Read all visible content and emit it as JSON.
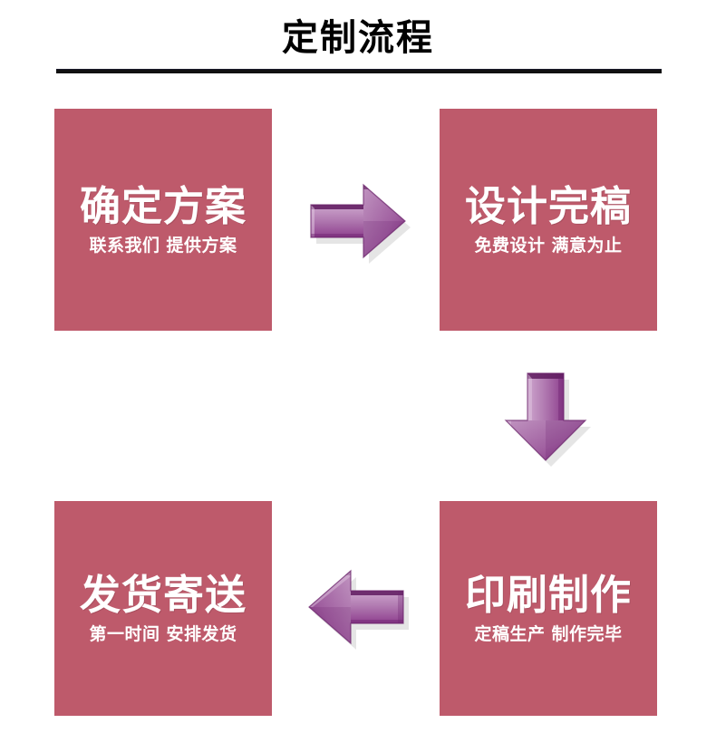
{
  "header": {
    "title": "定制流程",
    "divider": true
  },
  "colors": {
    "box_background": "#BE5A6B",
    "box_text": "#FFFFFF",
    "title_text": "#000000",
    "divider": "#111111",
    "arrow_light": "#C79AC7",
    "arrow_mid": "#A662A6",
    "arrow_dark": "#7E2E7E",
    "arrow_edge": "#5E1A5E",
    "page_background": "#FFFFFF"
  },
  "flow": {
    "steps": [
      {
        "index": 1,
        "title": "确定方案",
        "subtitle": "联系我们  提供方案",
        "position": "top-left"
      },
      {
        "index": 2,
        "title": "设计完稿",
        "subtitle": "免费设计  满意为止",
        "position": "top-right"
      },
      {
        "index": 3,
        "title": "印刷制作",
        "subtitle": "定稿生产  制作完毕",
        "position": "bottom-right"
      },
      {
        "index": 4,
        "title": "发货寄送",
        "subtitle": "第一时间  安排发货",
        "position": "bottom-left"
      }
    ],
    "connectors": [
      {
        "name": "arrow-right",
        "direction": "right",
        "from": 1,
        "to": 2
      },
      {
        "name": "arrow-down",
        "direction": "down",
        "from": 2,
        "to": 3
      },
      {
        "name": "arrow-left",
        "direction": "left",
        "from": 3,
        "to": 4
      }
    ]
  }
}
